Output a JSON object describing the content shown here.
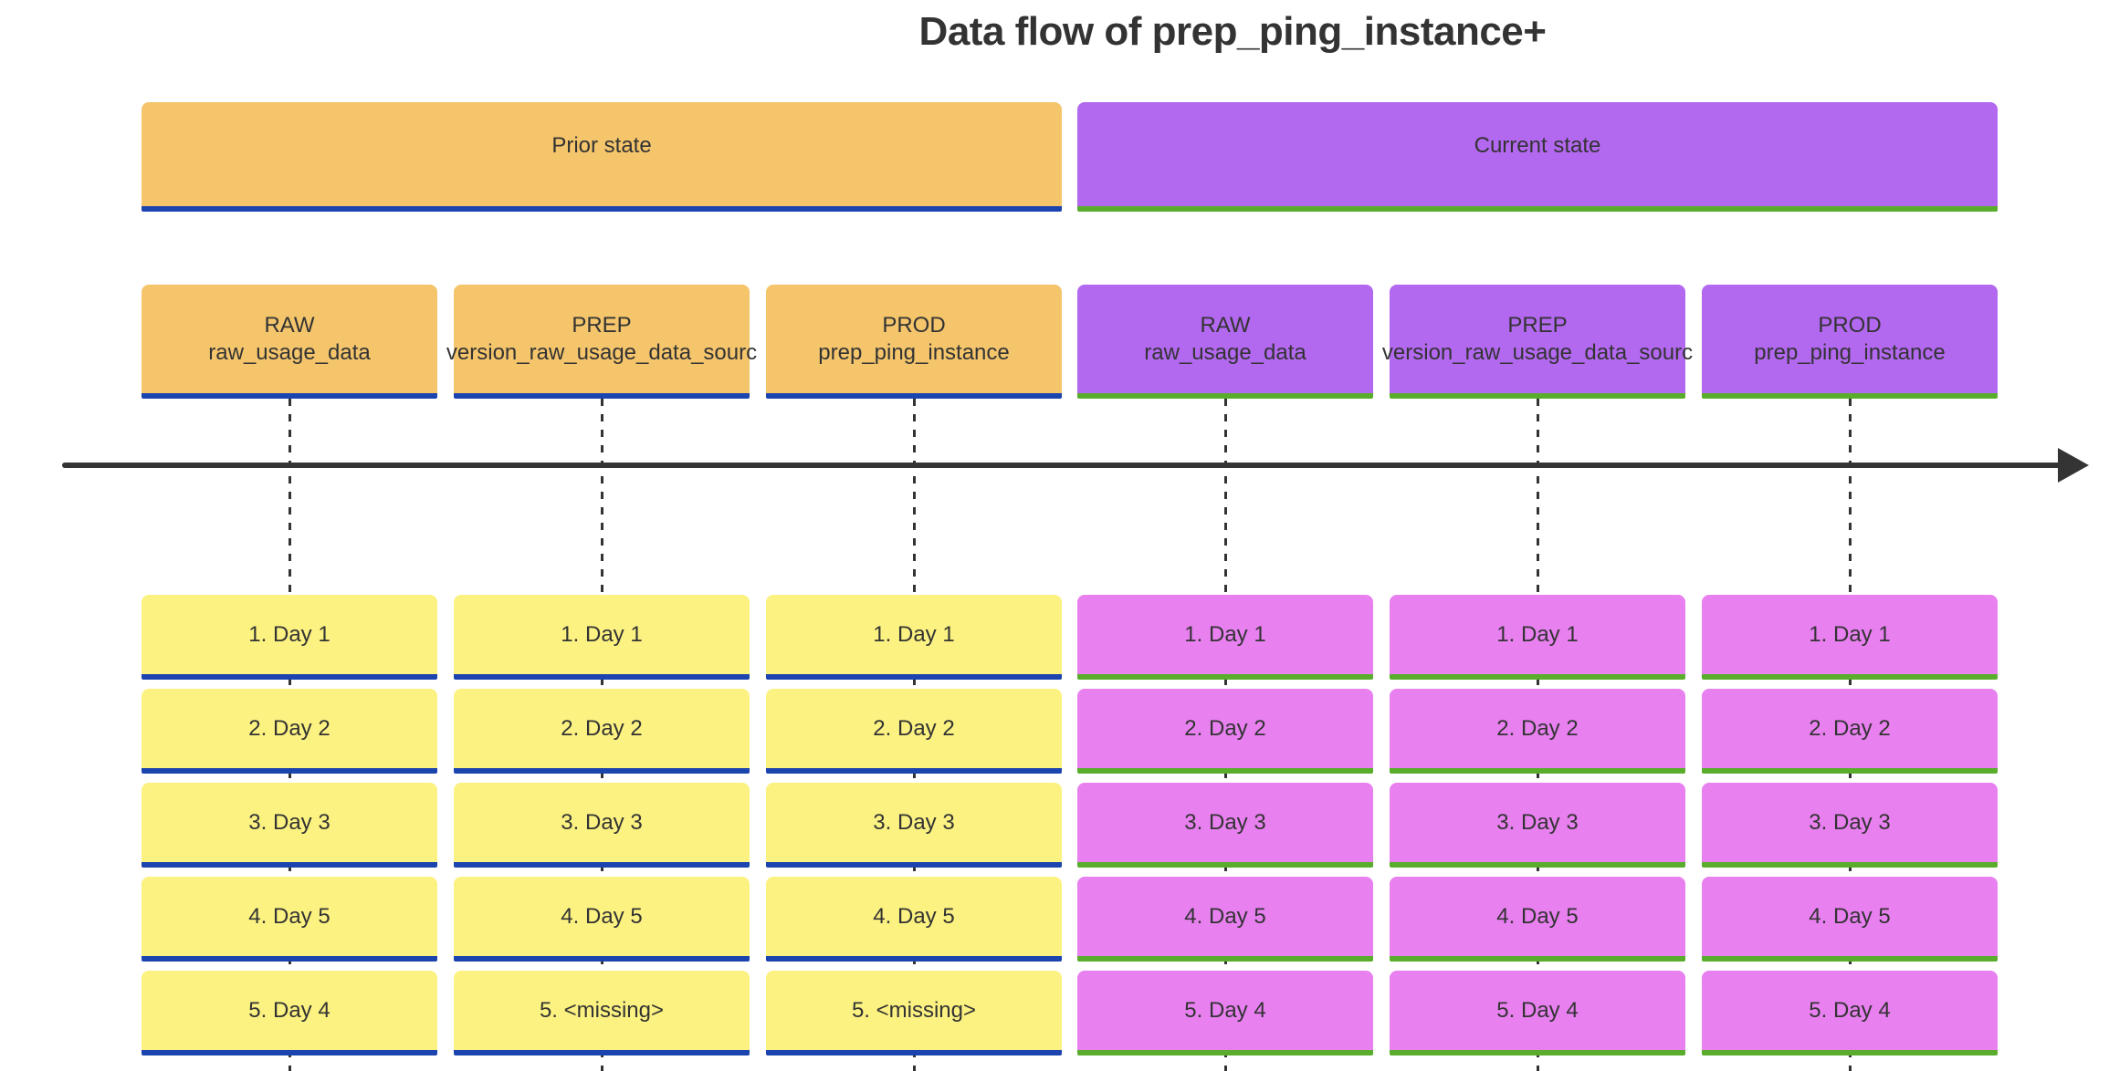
{
  "title": "Data flow of prep_ping_instance+",
  "colors": {
    "prior_section": "#f5c56c",
    "prior_task": "#fcf282",
    "prior_stroke": "#1c44ae",
    "current_section": "#b368f0",
    "current_task": "#e880f0",
    "current_stroke": "#5aad2c",
    "ink": "#333333",
    "axis": "#343434"
  },
  "sections": [
    {
      "label": "Prior state"
    },
    {
      "label": "Current state"
    }
  ],
  "columns": [
    {
      "section": "Prior state",
      "stage": "RAW",
      "table": "raw_usage_data",
      "events": [
        "1. Day 1",
        "2. Day 2",
        "3. Day 3",
        "4. Day 5",
        "5. Day 4"
      ]
    },
    {
      "section": "Prior state",
      "stage": "PREP",
      "table": "version_raw_usage_data_sourc",
      "events": [
        "1. Day 1",
        "2. Day 2",
        "3. Day 3",
        "4. Day 5",
        "5. <missing>"
      ]
    },
    {
      "section": "Prior state",
      "stage": "PROD",
      "table": "prep_ping_instance",
      "events": [
        "1. Day 1",
        "2. Day 2",
        "3. Day 3",
        "4. Day 5",
        "5. <missing>"
      ]
    },
    {
      "section": "Current state",
      "stage": "RAW",
      "table": "raw_usage_data",
      "events": [
        "1. Day 1",
        "2. Day 2",
        "3. Day 3",
        "4. Day 5",
        "5. Day 4"
      ]
    },
    {
      "section": "Current state",
      "stage": "PREP",
      "table": "version_raw_usage_data_sourc",
      "events": [
        "1. Day 1",
        "2. Day 2",
        "3. Day 3",
        "4. Day 5",
        "5. Day 4"
      ]
    },
    {
      "section": "Current state",
      "stage": "PROD",
      "table": "prep_ping_instance",
      "events": [
        "1. Day 1",
        "2. Day 2",
        "3. Day 3",
        "4. Day 5",
        "5. Day 4"
      ]
    }
  ]
}
